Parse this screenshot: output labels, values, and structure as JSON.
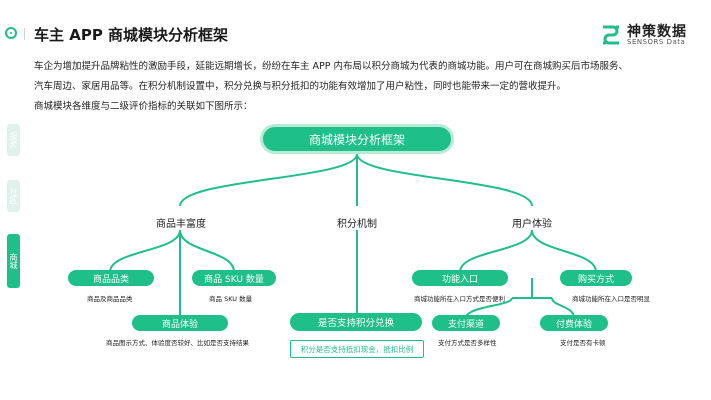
{
  "header": {
    "title": "车主 APP 商城模块分析框架",
    "logo_cn": "神策数据",
    "logo_en": "SENSORS Data"
  },
  "intro": {
    "line1": "车企为增加提升品牌粘性的激励手段，延能远期增长，纷纷在车主  APP  内布局以积分商城为代表的商城功能。用户可在商城购买后市场服务、",
    "line2": "汽车周边、家居用品等。在积分机制设置中，积分兑换与积分抵扣的功能有效增加了用户粘性，同时也能带来一定的营收提升。",
    "line3": "商城模块各维度与二级评价指标的关联如下图所示："
  },
  "sidebar": {
    "tabs": [
      {
        "label": "服务"
      },
      {
        "label": "社区"
      },
      {
        "label": "商城"
      }
    ]
  },
  "diagram": {
    "root": "商城模块分析框架",
    "categories": [
      {
        "label": "商品丰富度"
      },
      {
        "label": "积分机制"
      },
      {
        "label": "用户体验"
      }
    ],
    "nodes": {
      "product_category": {
        "label": "商品品类",
        "desc": "商品及商品品类"
      },
      "product_sku": {
        "label": "商品 SKU 数量",
        "desc": "商品 SKU 数量"
      },
      "product_experience": {
        "label": "商品体验",
        "desc": "商品图示方式、体验度否较好、比如是否支持结果"
      },
      "points_support": {
        "label": "是否支持积分兑换",
        "box": "积分是否支持抵扣现金，抵扣比例"
      },
      "function_entry": {
        "label": "功能入口",
        "desc": "商城功能所在入口方式是否便利"
      },
      "purchase_method": {
        "label": "购买方式",
        "desc": "商城功能所在入口是否明显"
      },
      "payment_channel": {
        "label": "支付渠道",
        "desc": "支付方式是否多样性"
      },
      "payment_experience": {
        "label": "付费体验",
        "desc": "支付是否有卡顿"
      }
    }
  },
  "colors": {
    "accent": "#1fbf8a",
    "accent_light": "#b9ead6",
    "tab_inactive": "#dff3ea"
  }
}
